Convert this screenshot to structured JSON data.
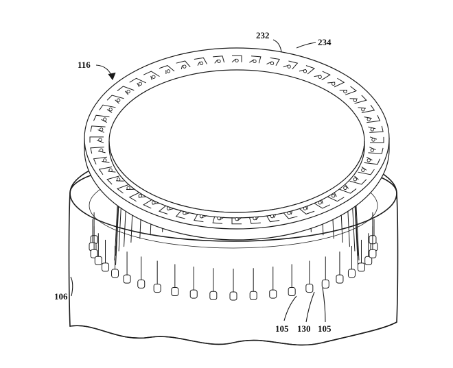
{
  "figure": {
    "colors": {
      "line": "#1a1a1a",
      "background": "#ffffff",
      "fill": "#ffffff"
    },
    "labels": {
      "ring": "116",
      "slot_inner": "232",
      "ring_outer": "234",
      "housing": "106",
      "pin_left": "105",
      "connector": "130",
      "pin_right": "105"
    },
    "ring_slot_count": 48,
    "inner_bar_count": 48,
    "lower_pin_count": 44
  }
}
